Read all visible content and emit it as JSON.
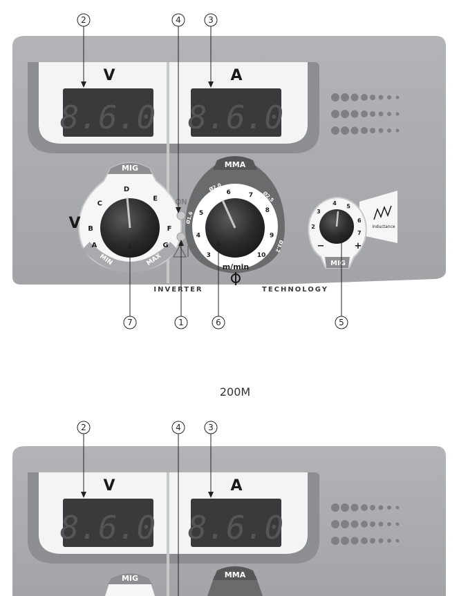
{
  "callouts": {
    "c1": "1",
    "c2": "2",
    "c3": "3",
    "c4": "4",
    "c5": "5",
    "c6": "6",
    "c7": "7"
  },
  "panel": {
    "volt_label": "V",
    "amp_label": "A",
    "volt_knob_label": "V",
    "on_label": "ON",
    "inverter": "INVERTER",
    "technology": "TECHNOLOGY",
    "display_volt_text": "8.6.0",
    "display_amp_text": "8.6.0"
  },
  "mig_knob": {
    "tab": "MIG",
    "letters": [
      "A",
      "B",
      "C",
      "D",
      "E",
      "F",
      "G"
    ],
    "min": "MIN",
    "max": "MAX"
  },
  "wire_knob": {
    "tab": "MMA",
    "scale": [
      "3",
      "4",
      "5",
      "6",
      "7",
      "8",
      "9",
      "10"
    ],
    "diameters": [
      "Ø1.6",
      "Ø2.0",
      "Ø2.5",
      "Ø3.2"
    ],
    "unit": "m/min"
  },
  "ind_knob": {
    "tab": "MIG",
    "scale": [
      "2",
      "3",
      "4",
      "5",
      "6",
      "7"
    ],
    "minus": "−",
    "plus": "+",
    "inductance": "inductance"
  },
  "model_name": "200M",
  "colors": {
    "panel": "#a9aaad",
    "panel_dark": "#8d8e91",
    "display_bg": "#3a3a3c",
    "knob": "#2c2c2e",
    "dial_white": "#ffffff",
    "mma_dark": "#555658"
  }
}
